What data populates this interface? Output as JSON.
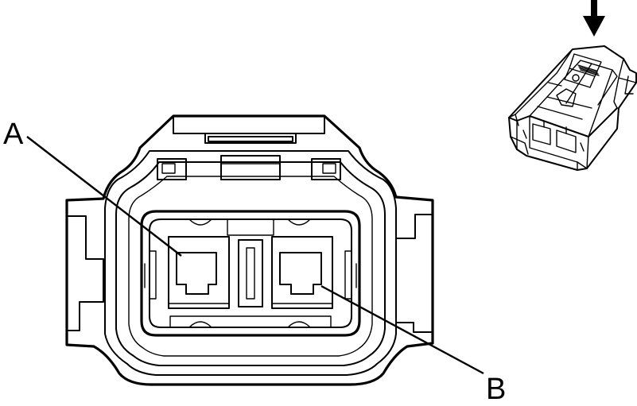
{
  "callouts": [
    {
      "id": "A",
      "label": "A"
    },
    {
      "id": "B",
      "label": "B"
    }
  ],
  "colors": {
    "line": "#000000",
    "background": "#ffffff"
  },
  "icons": {
    "view_arrow": "arrow-down-icon"
  }
}
